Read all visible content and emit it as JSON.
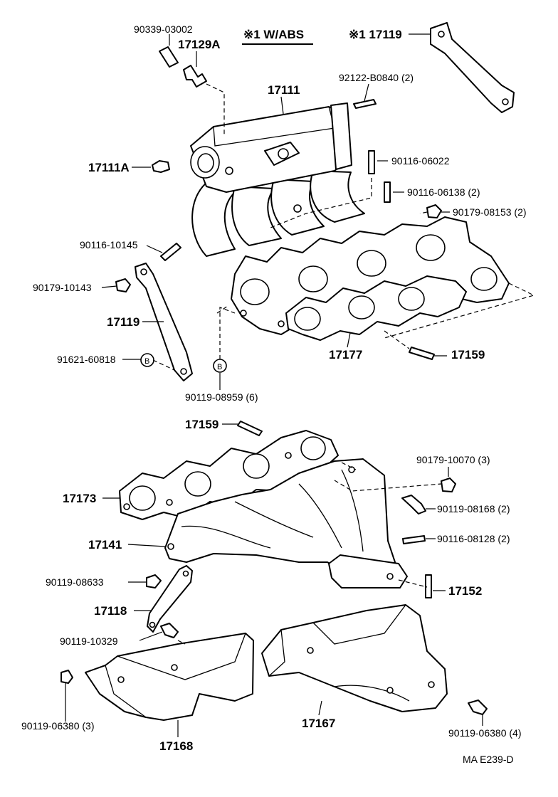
{
  "labels": {
    "p_90339_03002": "90339-03002",
    "p_17129A": "17129A",
    "p_note_wabs": "※1 W/ABS",
    "p_note_17119": "※1 17119",
    "p_17111": "17111",
    "p_92122": "92122-B0840 (2)",
    "p_17111A": "17111A",
    "p_90116_06022": "90116-06022",
    "p_90116_06138": "90116-06138 (2)",
    "p_90179_08153": "90179-08153 (2)",
    "p_90116_10145": "90116-10145",
    "p_90179_10143": "90179-10143",
    "p_17119": "17119",
    "p_91621": "91621-60818",
    "p_17177": "17177",
    "p_17159_a": "17159",
    "p_90119_08959": "90119-08959 (6)",
    "p_17159_b": "17159",
    "p_90179_10070": "90179-10070 (3)",
    "p_17173": "17173",
    "p_90119_08168": "90119-08168 (2)",
    "p_17141": "17141",
    "p_90116_08128": "90116-08128 (2)",
    "p_90119_08633": "90119-08633",
    "p_17152": "17152",
    "p_17118": "17118",
    "p_90119_10329": "90119-10329",
    "p_90119_06380_3": "90119-06380 (3)",
    "p_17167": "17167",
    "p_90119_06380_4": "90119-06380 (4)",
    "p_17168": "17168",
    "p_ref": "MA E239-D",
    "marker_b1": "B",
    "marker_b2": "B"
  }
}
